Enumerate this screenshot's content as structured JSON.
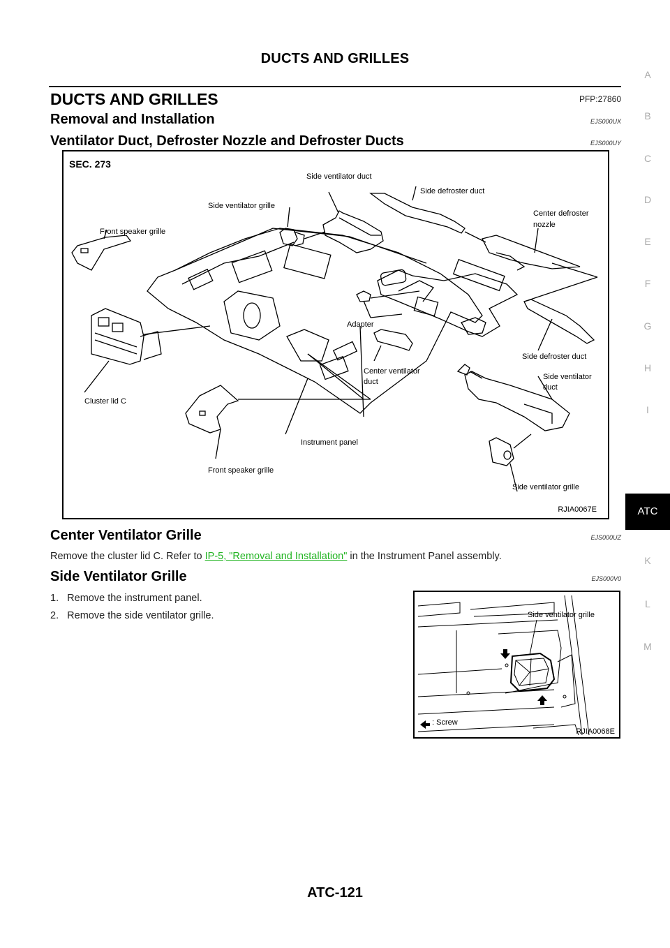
{
  "header": {
    "running_title": "DUCTS AND GRILLES"
  },
  "section": {
    "title": "DUCTS AND GRILLES",
    "pfp_code": "PFP:27860",
    "subsection_title": "Removal and Installation",
    "subsection_code": "EJS000UX"
  },
  "ventilator_section": {
    "title": "Ventilator Duct, Defroster Nozzle and Defroster Ducts",
    "code": "EJS000UY",
    "figure": {
      "sec": "SEC. 273",
      "labels": {
        "side_ventilator_duct_top": "Side ventilator duct",
        "side_defroster_duct_top": "Side defroster duct",
        "side_ventilator_grille_top": "Side ventilator grille",
        "center_defroster_nozzle_1": "Center defroster",
        "center_defroster_nozzle_2": "nozzle",
        "front_speaker_grille_top": "Front speaker grille",
        "adapter": "Adapter",
        "side_defroster_duct_right": "Side defroster duct",
        "center_ventilator_duct_1": "Center ventilator",
        "center_ventilator_duct_2": "duct",
        "side_ventilator_duct_right_1": "Side ventilator",
        "side_ventilator_duct_right_2": "duct",
        "cluster_lid_c": "Cluster lid C",
        "instrument_panel": "Instrument panel",
        "front_speaker_grille_bottom": "Front speaker grille",
        "side_ventilator_grille_bottom": "Side ventilator grille"
      },
      "code": "RJIA0067E"
    }
  },
  "center_grille_section": {
    "title": "Center Ventilator Grille",
    "code": "EJS000UZ",
    "text_before": "Remove the cluster lid C. Refer to ",
    "link": "IP-5, \"Removal and Installation\"",
    "text_after": "  in the Instrument Panel assembly."
  },
  "side_grille_section": {
    "title": "Side Ventilator Grille",
    "code": "EJS000V0",
    "steps": [
      "1.   Remove the instrument panel.",
      "2.   Remove the side ventilator grille."
    ],
    "figure": {
      "label": "Side ventilator grille",
      "legend": ": Screw",
      "code": "RJIA0068E"
    }
  },
  "side_tabs": {
    "items": [
      "A",
      "B",
      "C",
      "D",
      "E",
      "F",
      "G",
      "H",
      "I",
      "ATC",
      "K",
      "L",
      "M"
    ],
    "active": "ATC"
  },
  "footer": {
    "page_number": "ATC-121"
  },
  "colors": {
    "link": "#22b422",
    "tab_active_bg": "#000000",
    "tab_inactive_text": "#aaaaaa"
  }
}
